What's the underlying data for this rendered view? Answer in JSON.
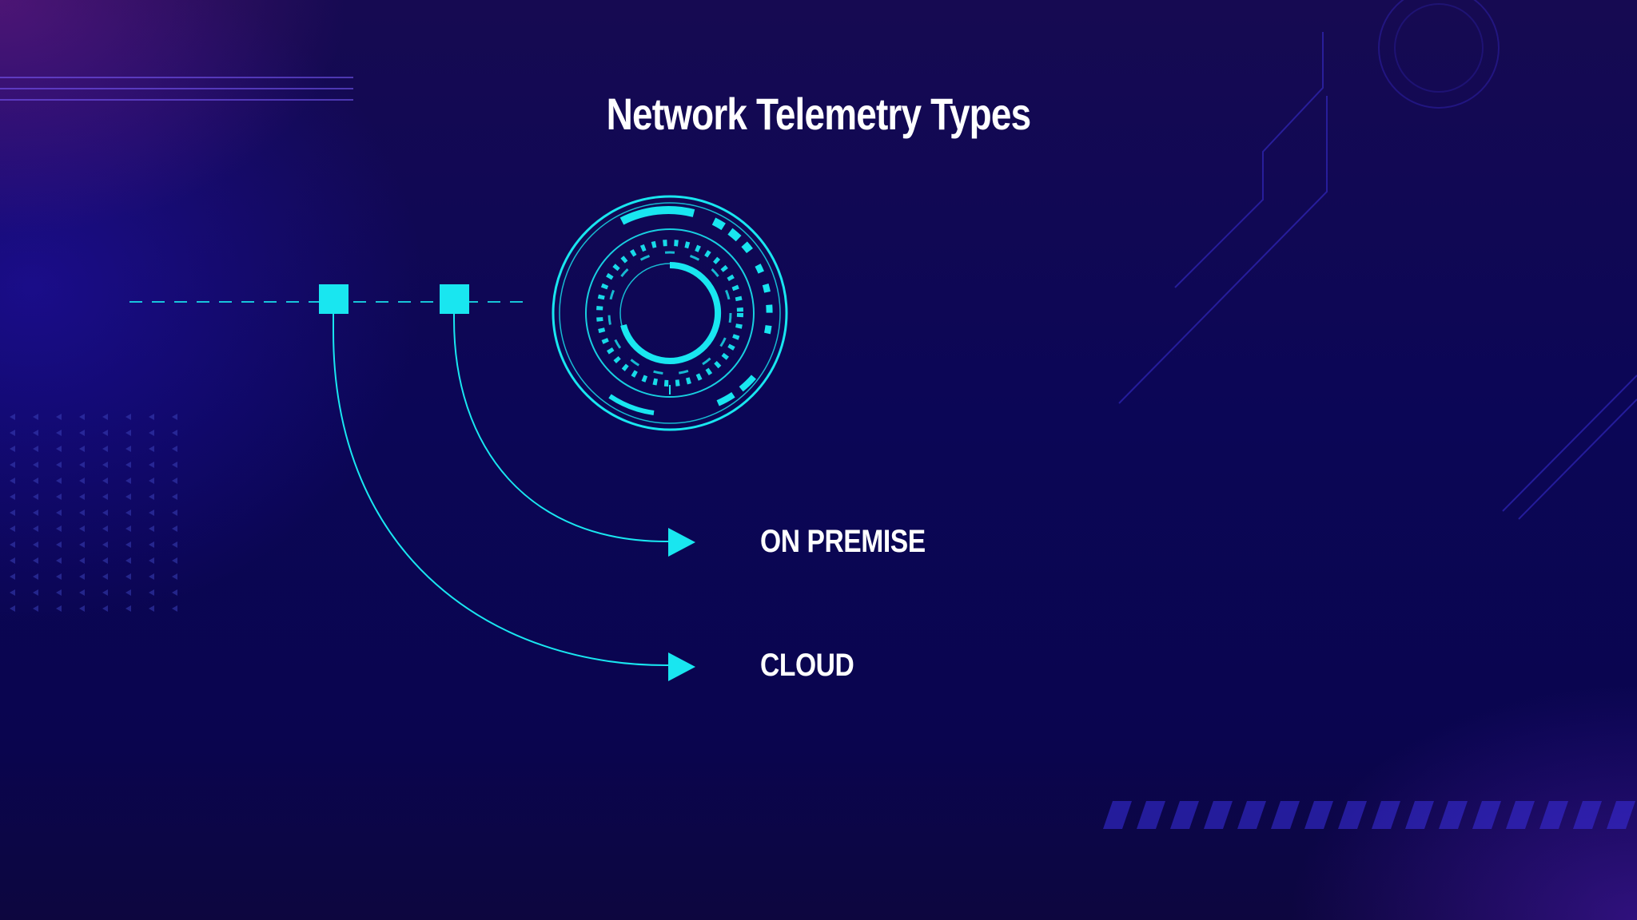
{
  "title": "Network Telemetry Types",
  "branches": [
    {
      "label": "ON PREMISE"
    },
    {
      "label": "CLOUD"
    }
  ],
  "colors": {
    "accent": "#19e6f0",
    "background": "#0b0656",
    "text": "#ffffff"
  },
  "icons": {
    "hub": "circular-hud-ring-icon",
    "arrow": "play-triangle-icon"
  }
}
